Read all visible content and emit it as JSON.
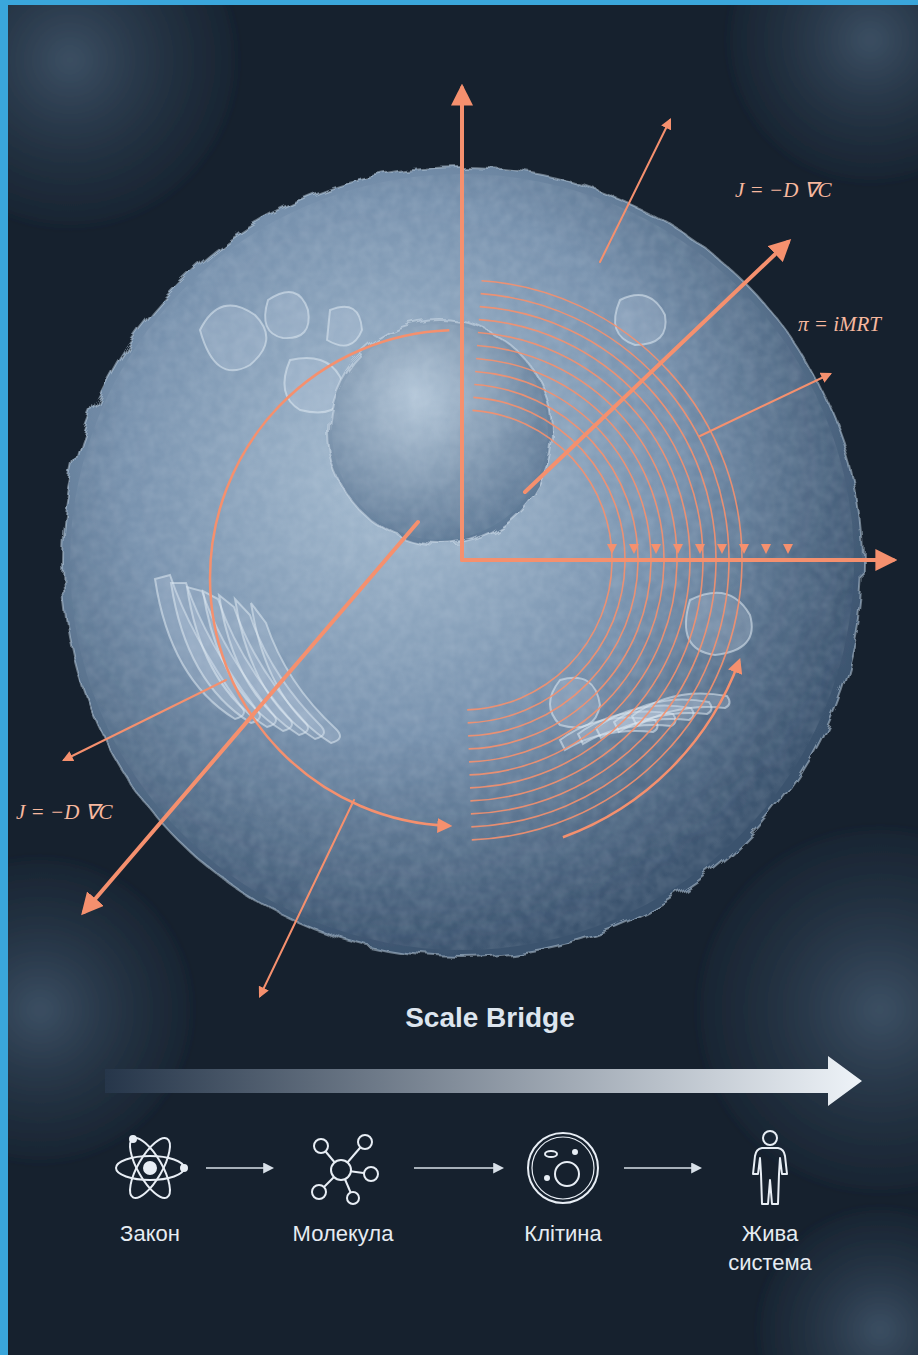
{
  "diagram": {
    "nodes": [
      {
        "text": [
          "Закон"
        ]
      },
      {
        "text": [
          "Молекула"
        ]
      },
      {
        "text": [
          "Клітина"
        ]
      },
      {
        "text": [
          "Жива система"
        ]
      }
    ],
    "edges": [
      {
        "from": 0,
        "to": 1,
        "arrow": "to"
      },
      {
        "from": 1,
        "to": 2,
        "arrow": "to"
      },
      {
        "from": 2,
        "to": 3,
        "arrow": "to"
      }
    ],
    "labels": [
      "J = −D ∇C",
      "π = iMRT",
      "J = −D ∇C",
      "Scale Bridge"
    ]
  }
}
